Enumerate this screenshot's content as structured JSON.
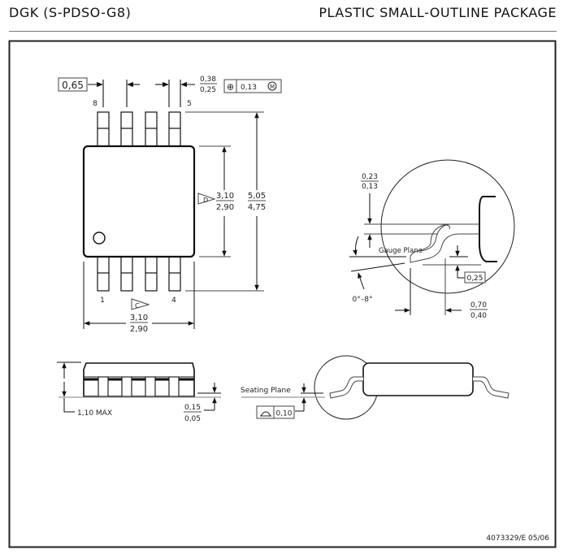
{
  "header": {
    "package_code": "DGK (S-PDSO-G8)",
    "package_name": "PLASTIC SMALL-OUTLINE PACKAGE"
  },
  "top_view": {
    "pin_pitch": "0,65",
    "lead_width_max": "0,38",
    "lead_width_min": "0,25",
    "position_tolerance": "0,13",
    "position_symbol": "⊕",
    "material_condition": "M",
    "pin_labels": {
      "pin8": "8",
      "pin5": "5",
      "pin1": "1",
      "pin4": "4"
    },
    "body_width_datum": "D",
    "body_width_max": "3,10",
    "body_width_min": "2,90",
    "overall_width_max": "5,05",
    "overall_width_min": "4,75",
    "body_length_datum": "C",
    "body_length_max": "3,10",
    "body_length_min": "2,90"
  },
  "detail_view": {
    "lead_thickness_max": "0,23",
    "lead_thickness_min": "0,13",
    "gauge_plane_label": "Gauge Plane",
    "gauge_plane_offset": "0,25",
    "lead_angle": "0°–8°",
    "foot_length_max": "0,70",
    "foot_length_min": "0,40"
  },
  "side_view": {
    "height_label": "1,10 MAX",
    "standoff_max": "0,15",
    "standoff_min": "0,05",
    "seating_plane_label": "Seating Plane",
    "coplanarity": "0,10"
  },
  "footer": {
    "drawing_number": "4073329/E 05/06"
  }
}
